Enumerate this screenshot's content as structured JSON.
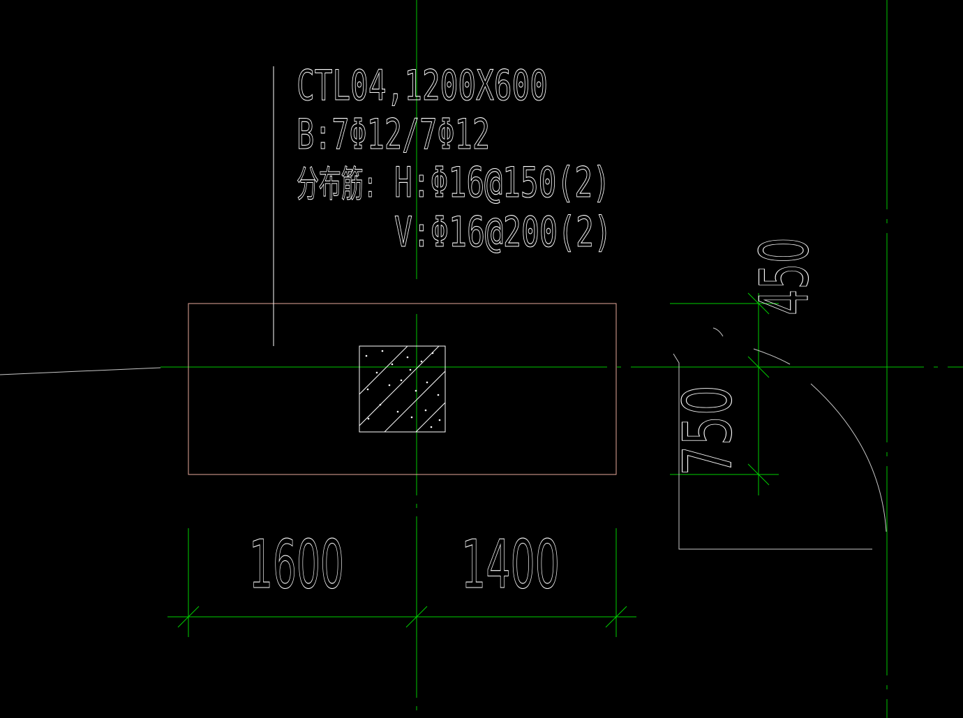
{
  "colors": {
    "background": "#000000",
    "axis": "#00c800",
    "dimension": "#00d000",
    "foundation_outline": "#e6a89a",
    "column": "#ffffff",
    "text": "#ffffff",
    "grey_line": "#c8c8c8"
  },
  "annotation": {
    "line1": "CTL04,1200X600",
    "line2": "B:7Φ12/7Φ12",
    "line3_label": "分布筋:",
    "line3_value": "H:Φ16@150(2)",
    "line4_value": "V:Φ16@200(2)"
  },
  "dimensions": {
    "bottom_left": "1600",
    "bottom_right": "1400",
    "right_main": "750",
    "right_top": "450"
  }
}
